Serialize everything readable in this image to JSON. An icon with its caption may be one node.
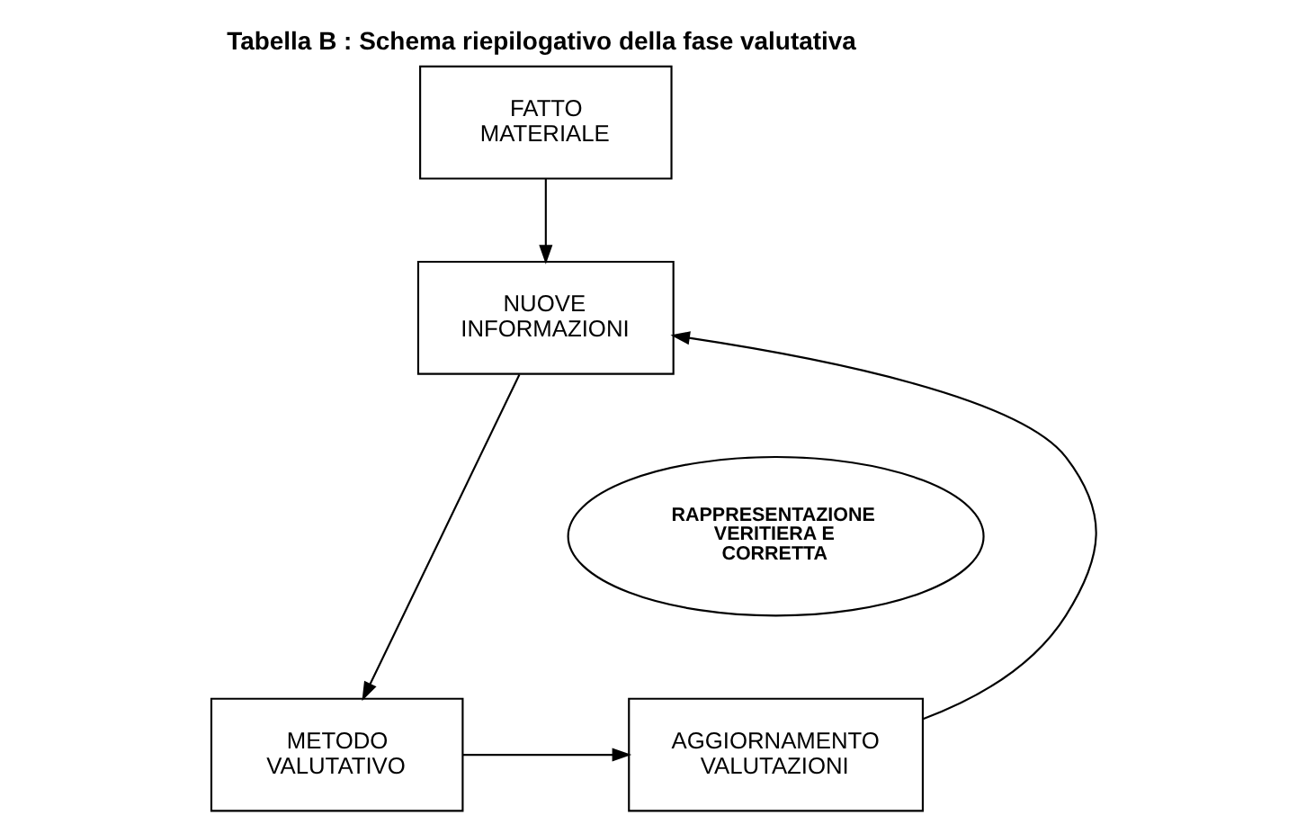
{
  "diagram": {
    "title": "Tabella B : Schema riepilogativo della fase valutativa",
    "nodes": [
      {
        "text": [
          "FATTO MATERIALE"
        ]
      },
      {
        "text": [
          "NUOVE INFORMAZIONI"
        ]
      },
      {
        "text": [
          "RAPPRESENTAZIONE VERITIERA E CORRETTA"
        ]
      },
      {
        "text": [
          "AGGIORNAMENTO VALUTAZIONI"
        ]
      },
      {
        "text": [
          "METODO VALUTATIVO"
        ]
      }
    ],
    "edges": [
      {
        "from": 0,
        "to": 1,
        "arrow": "to"
      },
      {
        "from": 1,
        "to": 4,
        "arrow": "to"
      },
      {
        "from": 4,
        "to": 3,
        "arrow": "to"
      },
      {
        "from": 3,
        "to": 1,
        "arrow": "to"
      }
    ]
  }
}
